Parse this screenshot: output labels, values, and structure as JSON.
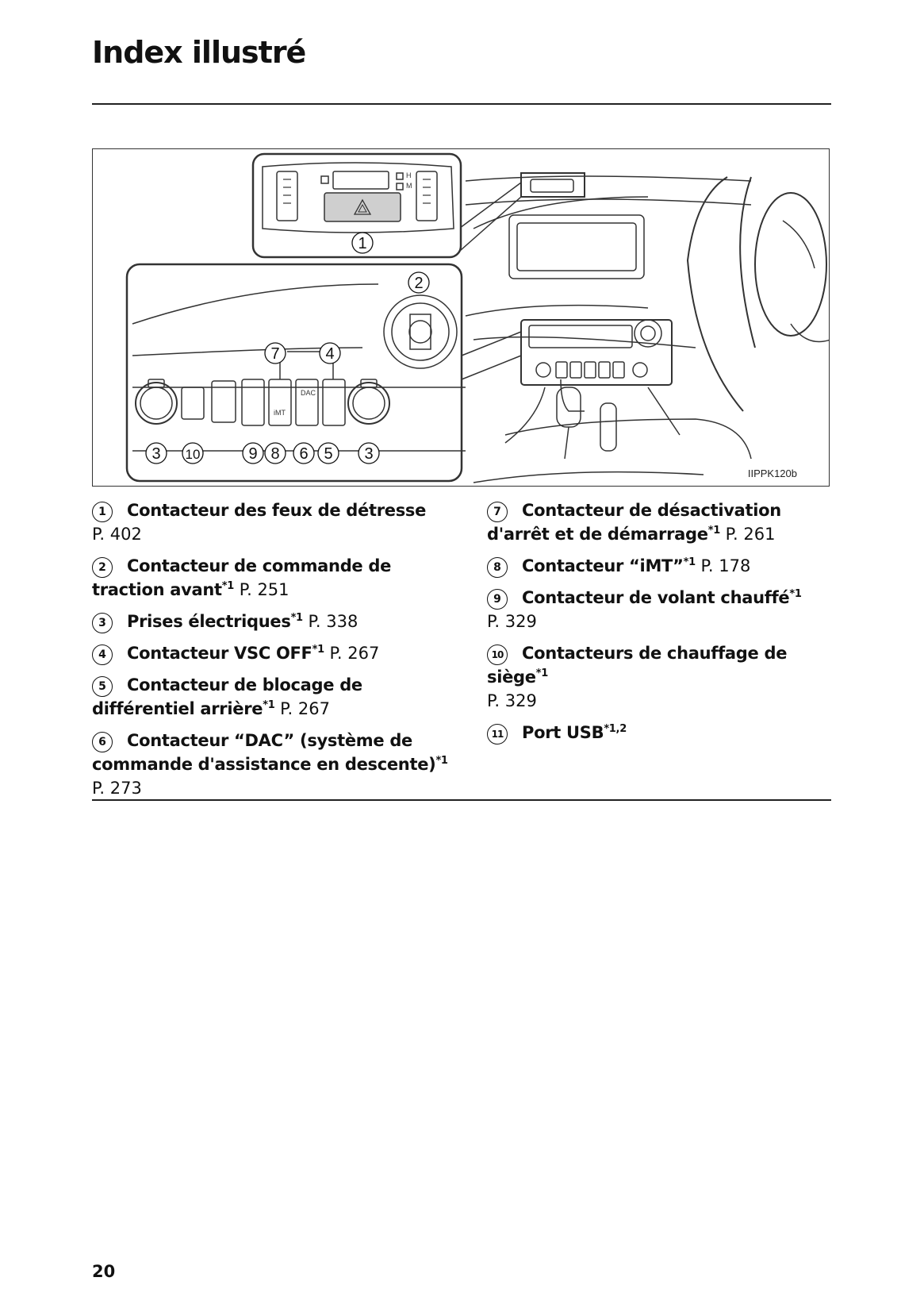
{
  "header": {
    "title": "Index illustré"
  },
  "figure": {
    "code": "IIPPK120b",
    "callouts": [
      "1",
      "2",
      "7",
      "4",
      "3",
      "10",
      "9",
      "8",
      "6",
      "5",
      "3"
    ],
    "labels": {
      "hi": "H",
      "mid": "M",
      "imt": "iMT",
      "dac": "DAC"
    }
  },
  "legend": {
    "left": [
      {
        "number": "1",
        "label": "Contacteur des feux de détresse",
        "sup": "",
        "page": "P. 402"
      },
      {
        "number": "2",
        "label": "Contacteur de commande de traction avant",
        "sup": "*1",
        "page": "P. 251"
      },
      {
        "number": "3",
        "label": "Prises électriques",
        "sup": "*1",
        "page": "P. 338"
      },
      {
        "number": "4",
        "label": "Contacteur VSC OFF",
        "sup": "*1",
        "page": "P. 267"
      },
      {
        "number": "5",
        "label": "Contacteur de blocage de différentiel arrière",
        "sup": "*1",
        "page": "P. 267"
      },
      {
        "number": "6",
        "label": "Contacteur “DAC” (système de commande d'assistance en descente)",
        "sup": "*1",
        "page": "P. 273"
      }
    ],
    "right": [
      {
        "number": "7",
        "label": "Contacteur de désactivation d'arrêt et de démarrage",
        "sup": "*1",
        "page": "P. 261"
      },
      {
        "number": "8",
        "label": "Contacteur “iMT”",
        "sup": "*1",
        "page": "P. 178"
      },
      {
        "number": "9",
        "label": "Contacteur de volant chauffé",
        "sup": "*1",
        "page": "P. 329"
      },
      {
        "number": "10",
        "label": "Contacteurs de chauffage de siège",
        "sup": "*1",
        "page": "P. 329"
      },
      {
        "number": "11",
        "label": "Port USB",
        "sup": "*1,2",
        "page": ""
      }
    ]
  },
  "footer": {
    "page_number": "20"
  }
}
